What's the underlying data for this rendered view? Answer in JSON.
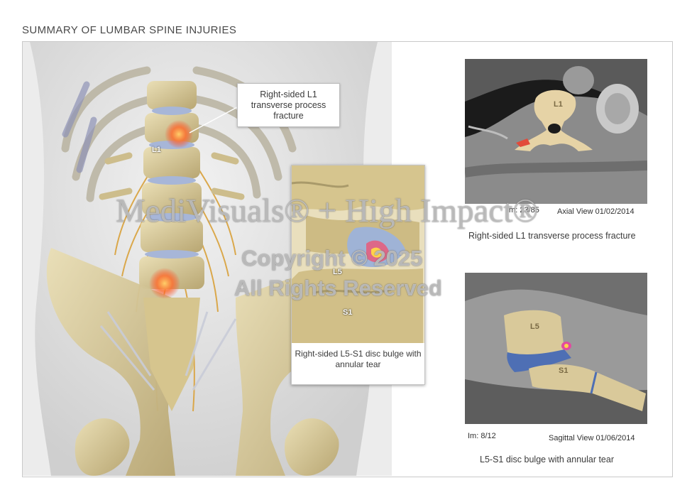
{
  "page": {
    "title": "SUMMARY OF LUMBAR SPINE INJURIES"
  },
  "main_illustration": {
    "level_label": "L1",
    "callout": "Right-sided L1 transverse process fracture"
  },
  "inset": {
    "labels": {
      "upper": "L5",
      "lower": "S1"
    },
    "caption": "Right-sided L5-S1 disc bulge with annular tear"
  },
  "ct_scan": {
    "vertebra_label": "L1",
    "image_number": "Im: 23/85",
    "view": "Axial View 01/02/2014",
    "caption": "Right-sided L1 transverse process fracture"
  },
  "mri_scan": {
    "upper_label": "L5",
    "lower_label": "S1",
    "image_number": "Im: 8/12",
    "view": "Sagittal View 01/06/2014",
    "caption": "L5-S1 disc bulge with annular tear"
  },
  "watermark": {
    "brand": "MediVisuals® + High Impact®",
    "copyright": "Copyright © 2025",
    "rights": "All Rights Reserved"
  },
  "colors": {
    "bone": "#d8c99a",
    "bone_shadow": "#a99a6a",
    "disc": "#9fb3d6",
    "nerve": "#d9a13a",
    "injury": "#e0452a",
    "background_body": "#d9d9d9"
  }
}
